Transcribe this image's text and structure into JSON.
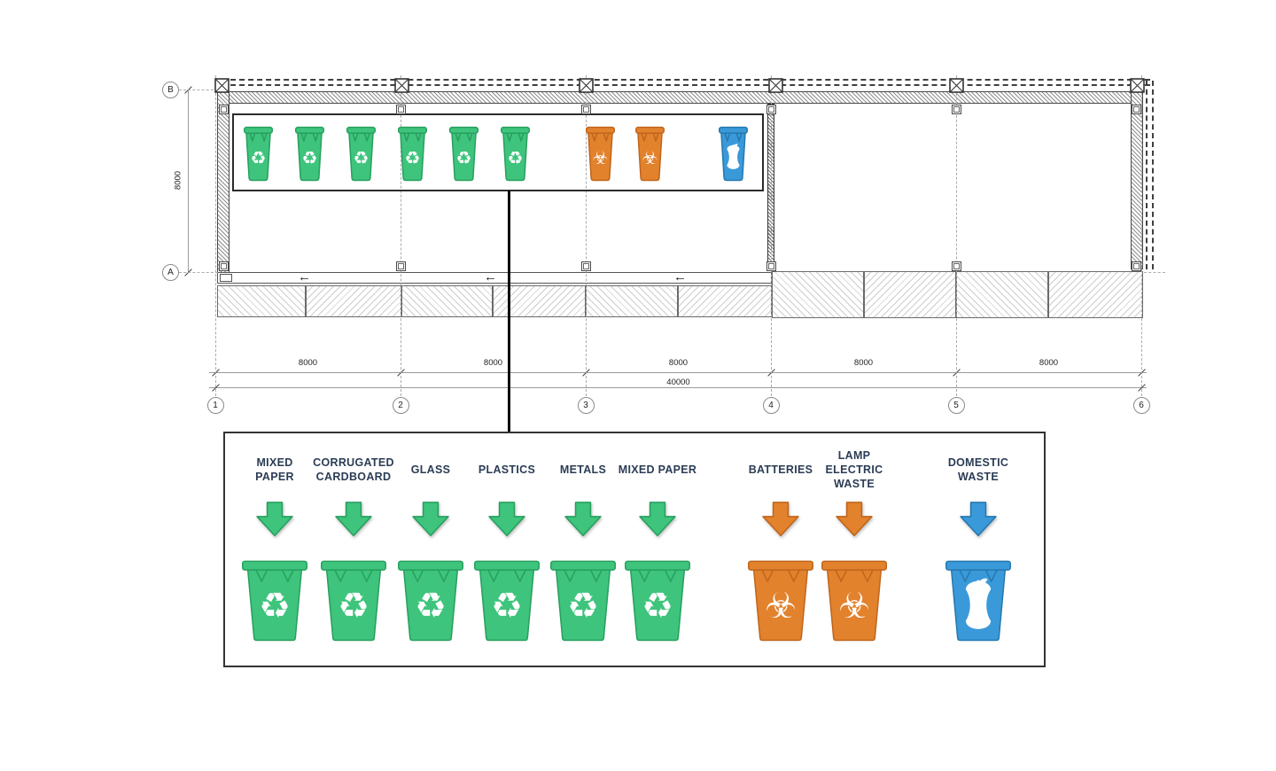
{
  "drawing": {
    "title": "waste-sorting-station-floor-plan",
    "grid": {
      "column_labels": [
        "1",
        "2",
        "3",
        "4",
        "5",
        "6"
      ],
      "row_labels": [
        "B",
        "A"
      ]
    },
    "dimensions": {
      "bay_widths": [
        "8000",
        "8000",
        "8000",
        "8000",
        "8000"
      ],
      "total_width": "40000",
      "bay_depth": "8000"
    }
  },
  "plan": {
    "bins": [
      {
        "type": "recyclables",
        "color": "green",
        "icon": "recycle-icon"
      },
      {
        "type": "recyclables",
        "color": "green",
        "icon": "recycle-icon"
      },
      {
        "type": "recyclables",
        "color": "green",
        "icon": "recycle-icon"
      },
      {
        "type": "recyclables",
        "color": "green",
        "icon": "recycle-icon"
      },
      {
        "type": "recyclables",
        "color": "green",
        "icon": "recycle-icon"
      },
      {
        "type": "recyclables",
        "color": "green",
        "icon": "recycle-icon"
      },
      {
        "type": "hazardous",
        "color": "orange",
        "icon": "biohazard-icon"
      },
      {
        "type": "hazardous",
        "color": "orange",
        "icon": "biohazard-icon"
      },
      {
        "type": "domestic",
        "color": "blue",
        "icon": "apple-core-icon"
      }
    ],
    "gate_arrow_count": 3
  },
  "legend": {
    "items": [
      {
        "label": "MIXED PAPER",
        "lines": [
          "MIXED",
          "PAPER"
        ],
        "color": "green",
        "icon": "recycle-icon"
      },
      {
        "label": "CORRUGATED CARDBOARD",
        "lines": [
          "CORRUGATED",
          "CARDBOARD"
        ],
        "color": "green",
        "icon": "recycle-icon"
      },
      {
        "label": "GLASS",
        "lines": [
          "GLASS"
        ],
        "color": "green",
        "icon": "recycle-icon"
      },
      {
        "label": "PLASTICS",
        "lines": [
          "PLASTICS"
        ],
        "color": "green",
        "icon": "recycle-icon"
      },
      {
        "label": "METALS",
        "lines": [
          "METALS"
        ],
        "color": "green",
        "icon": "recycle-icon"
      },
      {
        "label": "MIXED PAPER",
        "lines": [
          "MIXED PAPER"
        ],
        "color": "green",
        "icon": "recycle-icon"
      },
      {
        "label": "BATTERIES",
        "lines": [
          "BATTERIES"
        ],
        "color": "orange",
        "icon": "biohazard-icon"
      },
      {
        "label": "LAMP ELECTRIC WASTE",
        "lines": [
          "LAMP",
          "ELECTRIC",
          "WASTE"
        ],
        "color": "orange",
        "icon": "biohazard-icon"
      },
      {
        "label": "DOMESTIC WASTE",
        "lines": [
          "DOMESTIC",
          "WASTE"
        ],
        "color": "blue",
        "icon": "apple-core-icon"
      }
    ]
  },
  "icon_glyphs": {
    "recycle-icon": "♻",
    "biohazard-icon": "☣",
    "left-arrow-icon": "←",
    "apple-core-icon": "svg-shape",
    "down-arrow-icon": "svg-shape",
    "column-x-icon": "svg-shape"
  },
  "colors": {
    "green": "#3ec47c",
    "green_dark": "#289f5f",
    "orange": "#e2822d",
    "orange_dark": "#bf651c",
    "blue": "#3a99d9",
    "blue_dark": "#2678ad",
    "label_text": "#2b3c55",
    "leader_line": "#0a0a0a"
  }
}
